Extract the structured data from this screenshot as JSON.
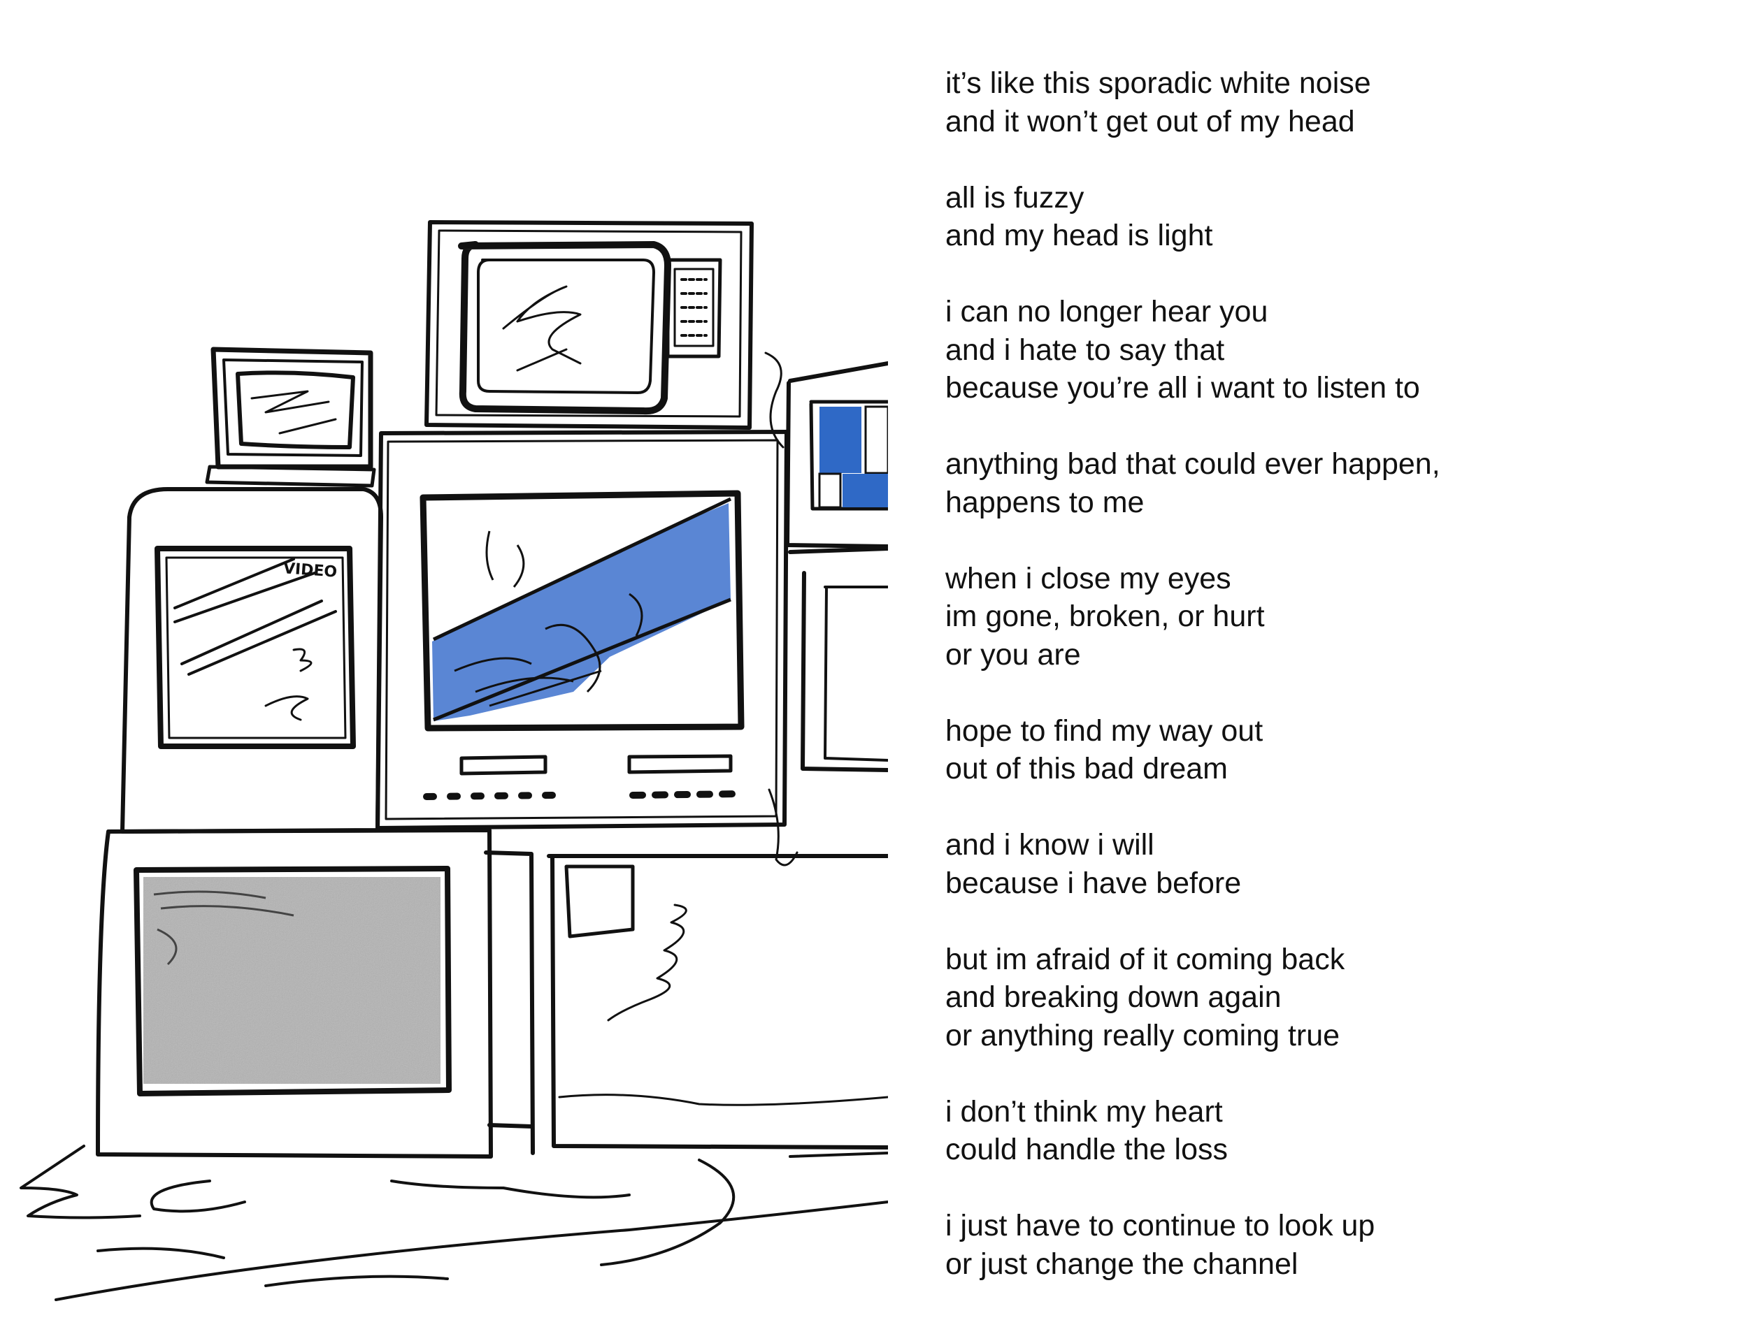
{
  "colors": {
    "ink": "#111111",
    "accent_blue": "#2f69c6",
    "screen_blue": "#5a86d4",
    "static_gray": "#b3b3b3",
    "background": "#ffffff"
  },
  "illustration": {
    "label_video": "VIDEO"
  },
  "poem": {
    "stanzas": [
      [
        "it’s like this sporadic white noise",
        "and it won’t get out of my head"
      ],
      [
        "all is fuzzy",
        "and my head is light"
      ],
      [
        "i can no longer hear you",
        "and i hate to say that",
        "because you’re all i want to listen to"
      ],
      [
        "anything bad that could ever happen,",
        "happens to me"
      ],
      [
        "when i close my eyes",
        "im gone, broken, or hurt",
        "or you are"
      ],
      [
        "hope to find my way out",
        "out of this bad dream"
      ],
      [
        "and i know i will",
        "because i have before"
      ],
      [
        "but im afraid of it coming back",
        "and breaking down again",
        "or anything really coming true"
      ],
      [
        "i don’t think my heart",
        "could handle the loss"
      ],
      [
        "i just have to continue to look up",
        "or just change the channel"
      ]
    ]
  }
}
